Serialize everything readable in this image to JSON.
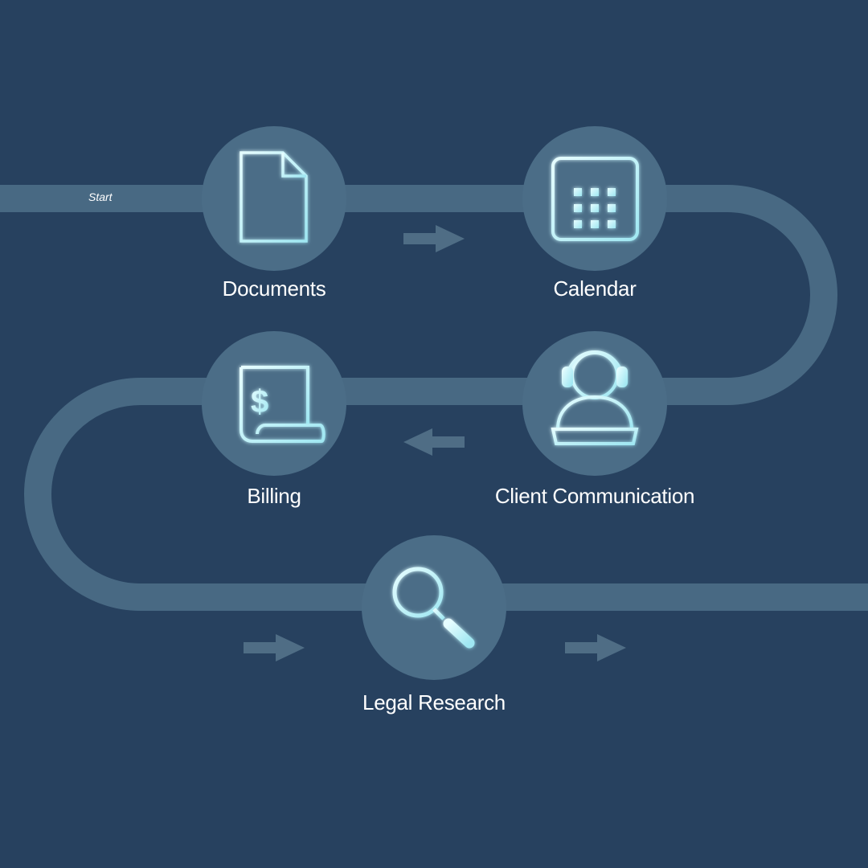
{
  "start_label": "Start",
  "colors": {
    "background": "#27415f",
    "track": "#4a6c85",
    "node": "#4b6d87",
    "icon_glow": "#c8f6fb",
    "arrow": "#4f6d85"
  },
  "steps": [
    {
      "label": "Documents",
      "icon": "document-icon"
    },
    {
      "label": "Calendar",
      "icon": "calendar-icon"
    },
    {
      "label": "Client Communication",
      "icon": "headset-user-icon"
    },
    {
      "label": "Billing",
      "icon": "invoice-dollar-icon"
    },
    {
      "label": "Legal Research",
      "icon": "magnifier-icon"
    }
  ]
}
